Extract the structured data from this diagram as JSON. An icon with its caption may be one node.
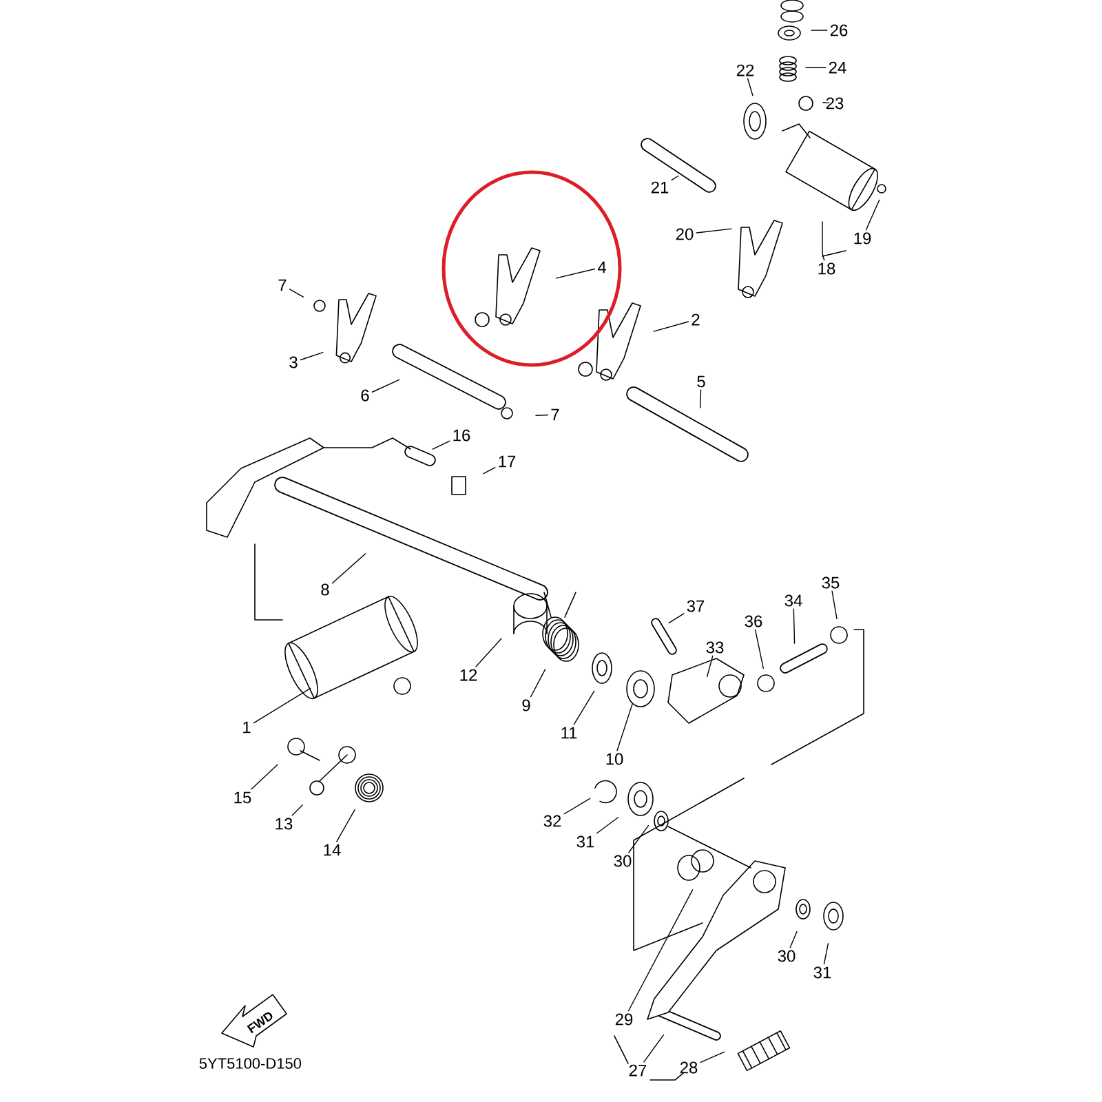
{
  "diagram": {
    "nodes": [
      {
        "text": [
          "26"
        ]
      },
      {
        "text": [
          "24"
        ]
      },
      {
        "text": [
          "22"
        ]
      },
      {
        "text": [
          "23"
        ]
      },
      {
        "text": [
          "21"
        ]
      },
      {
        "text": [
          "20"
        ]
      },
      {
        "text": [
          "19"
        ]
      },
      {
        "text": [
          "18"
        ]
      },
      {
        "text": [
          "7"
        ]
      },
      {
        "text": [
          "4"
        ]
      },
      {
        "text": [
          "2"
        ]
      },
      {
        "text": [
          "3"
        ]
      },
      {
        "text": [
          "6"
        ]
      },
      {
        "text": [
          "5"
        ]
      },
      {
        "text": [
          "7"
        ]
      },
      {
        "text": [
          "16"
        ]
      },
      {
        "text": [
          "17"
        ]
      },
      {
        "text": [
          "8"
        ]
      },
      {
        "text": [
          "35"
        ]
      },
      {
        "text": [
          "34"
        ]
      },
      {
        "text": [
          "37"
        ]
      },
      {
        "text": [
          "36"
        ]
      },
      {
        "text": [
          "33"
        ]
      },
      {
        "text": [
          "12"
        ]
      },
      {
        "text": [
          "1"
        ]
      },
      {
        "text": [
          "9"
        ]
      },
      {
        "text": [
          "11"
        ]
      },
      {
        "text": [
          "10"
        ]
      },
      {
        "text": [
          "15"
        ]
      },
      {
        "text": [
          "32"
        ]
      },
      {
        "text": [
          "13"
        ]
      },
      {
        "text": [
          "31"
        ]
      },
      {
        "text": [
          "14"
        ]
      },
      {
        "text": [
          "30"
        ]
      },
      {
        "text": [
          "30"
        ]
      },
      {
        "text": [
          "31"
        ]
      },
      {
        "text": [
          "29"
        ]
      },
      {
        "text": [
          "27"
        ]
      },
      {
        "text": [
          "28"
        ]
      },
      {
        "text": [
          "FWD"
        ]
      }
    ],
    "edges": [
      {
        "from": 0,
        "to": null,
        "arrow": "none"
      },
      {
        "from": 1,
        "to": null,
        "arrow": "none"
      },
      {
        "from": 2,
        "to": null,
        "arrow": "none"
      },
      {
        "from": 3,
        "to": null,
        "arrow": "none"
      },
      {
        "from": 4,
        "to": null,
        "arrow": "none"
      },
      {
        "from": 5,
        "to": null,
        "arrow": "none"
      },
      {
        "from": 6,
        "to": null,
        "arrow": "none"
      },
      {
        "from": 7,
        "to": null,
        "arrow": "none"
      },
      {
        "from": 8,
        "to": null,
        "arrow": "none"
      },
      {
        "from": 9,
        "to": null,
        "arrow": "none"
      },
      {
        "from": 10,
        "to": null,
        "arrow": "none"
      },
      {
        "from": 11,
        "to": null,
        "arrow": "none"
      },
      {
        "from": 12,
        "to": null,
        "arrow": "none"
      },
      {
        "from": 13,
        "to": null,
        "arrow": "none"
      },
      {
        "from": 14,
        "to": null,
        "arrow": "none"
      },
      {
        "from": 15,
        "to": null,
        "arrow": "none"
      },
      {
        "from": 16,
        "to": null,
        "arrow": "none"
      },
      {
        "from": 17,
        "to": null,
        "arrow": "none"
      },
      {
        "from": 18,
        "to": null,
        "arrow": "none"
      },
      {
        "from": 19,
        "to": null,
        "arrow": "none"
      },
      {
        "from": 20,
        "to": null,
        "arrow": "none"
      },
      {
        "from": 21,
        "to": null,
        "arrow": "none"
      },
      {
        "from": 22,
        "to": null,
        "arrow": "none"
      },
      {
        "from": 23,
        "to": null,
        "arrow": "none"
      },
      {
        "from": 24,
        "to": null,
        "arrow": "none"
      },
      {
        "from": 25,
        "to": null,
        "arrow": "none"
      },
      {
        "from": 26,
        "to": null,
        "arrow": "none"
      },
      {
        "from": 27,
        "to": null,
        "arrow": "none"
      },
      {
        "from": 28,
        "to": null,
        "arrow": "none"
      },
      {
        "from": 29,
        "to": null,
        "arrow": "none"
      },
      {
        "from": 30,
        "to": null,
        "arrow": "none"
      },
      {
        "from": 31,
        "to": null,
        "arrow": "none"
      },
      {
        "from": 32,
        "to": null,
        "arrow": "none"
      },
      {
        "from": 33,
        "to": null,
        "arrow": "none"
      },
      {
        "from": 34,
        "to": null,
        "arrow": "none"
      },
      {
        "from": 35,
        "to": null,
        "arrow": "none"
      },
      {
        "from": 36,
        "to": null,
        "arrow": "none"
      },
      {
        "from": 37,
        "to": null,
        "arrow": "none"
      },
      {
        "from": 38,
        "to": null,
        "arrow": "none"
      }
    ],
    "labels": [
      "5YT5100-D150"
    ]
  }
}
